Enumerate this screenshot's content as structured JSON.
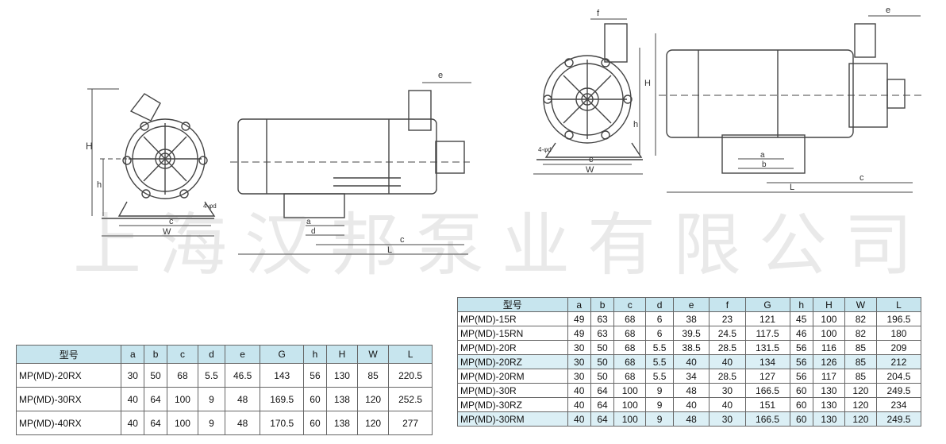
{
  "watermark": "上海汉邦泵业有限公司",
  "drawing_labels": {
    "left_front": {
      "H": "H",
      "h": "h",
      "c": "c",
      "W": "W",
      "bolt": "4-φd"
    },
    "left_side": {
      "e": "e",
      "a": "a",
      "d": "d",
      "c": "c",
      "L": "L"
    },
    "right_front": {
      "f": "f",
      "H": "H",
      "h": "h",
      "c": "c",
      "W": "W",
      "bolt": "4-φd"
    },
    "right_side": {
      "e": "e",
      "a": "a",
      "b": "b",
      "c": "c",
      "L": "L"
    }
  },
  "table_rx": {
    "headers": [
      "型号",
      "a",
      "b",
      "c",
      "d",
      "e",
      "G",
      "h",
      "H",
      "W",
      "L"
    ],
    "rows": [
      [
        "MP(MD)-20RX",
        "30",
        "50",
        "68",
        "5.5",
        "46.5",
        "143",
        "56",
        "130",
        "85",
        "220.5"
      ],
      [
        "MP(MD)-30RX",
        "40",
        "64",
        "100",
        "9",
        "48",
        "169.5",
        "60",
        "138",
        "120",
        "252.5"
      ],
      [
        "MP(MD)-40RX",
        "40",
        "64",
        "100",
        "9",
        "48",
        "170.5",
        "60",
        "138",
        "120",
        "277"
      ]
    ]
  },
  "table_r": {
    "headers": [
      "型号",
      "a",
      "b",
      "c",
      "d",
      "e",
      "f",
      "G",
      "h",
      "H",
      "W",
      "L"
    ],
    "rows": [
      [
        "MP(MD)-15R",
        "49",
        "63",
        "68",
        "6",
        "38",
        "23",
        "121",
        "45",
        "100",
        "82",
        "196.5"
      ],
      [
        "MP(MD)-15RN",
        "49",
        "63",
        "68",
        "6",
        "39.5",
        "24.5",
        "117.5",
        "46",
        "100",
        "82",
        "180"
      ],
      [
        "MP(MD)-20R",
        "30",
        "50",
        "68",
        "5.5",
        "38.5",
        "28.5",
        "131.5",
        "56",
        "116",
        "85",
        "209"
      ],
      [
        "MP(MD)-20RZ",
        "30",
        "50",
        "68",
        "5.5",
        "40",
        "40",
        "134",
        "56",
        "126",
        "85",
        "212"
      ],
      [
        "MP(MD)-20RM",
        "30",
        "50",
        "68",
        "5.5",
        "34",
        "28.5",
        "127",
        "56",
        "117",
        "85",
        "204.5"
      ],
      [
        "MP(MD)-30R",
        "40",
        "64",
        "100",
        "9",
        "48",
        "30",
        "166.5",
        "60",
        "130",
        "120",
        "249.5"
      ],
      [
        "MP(MD)-30RZ",
        "40",
        "64",
        "100",
        "9",
        "40",
        "40",
        "151",
        "60",
        "130",
        "120",
        "234"
      ],
      [
        "MP(MD)-30RM",
        "40",
        "64",
        "100",
        "9",
        "48",
        "30",
        "166.5",
        "60",
        "130",
        "120",
        "249.5"
      ]
    ]
  }
}
